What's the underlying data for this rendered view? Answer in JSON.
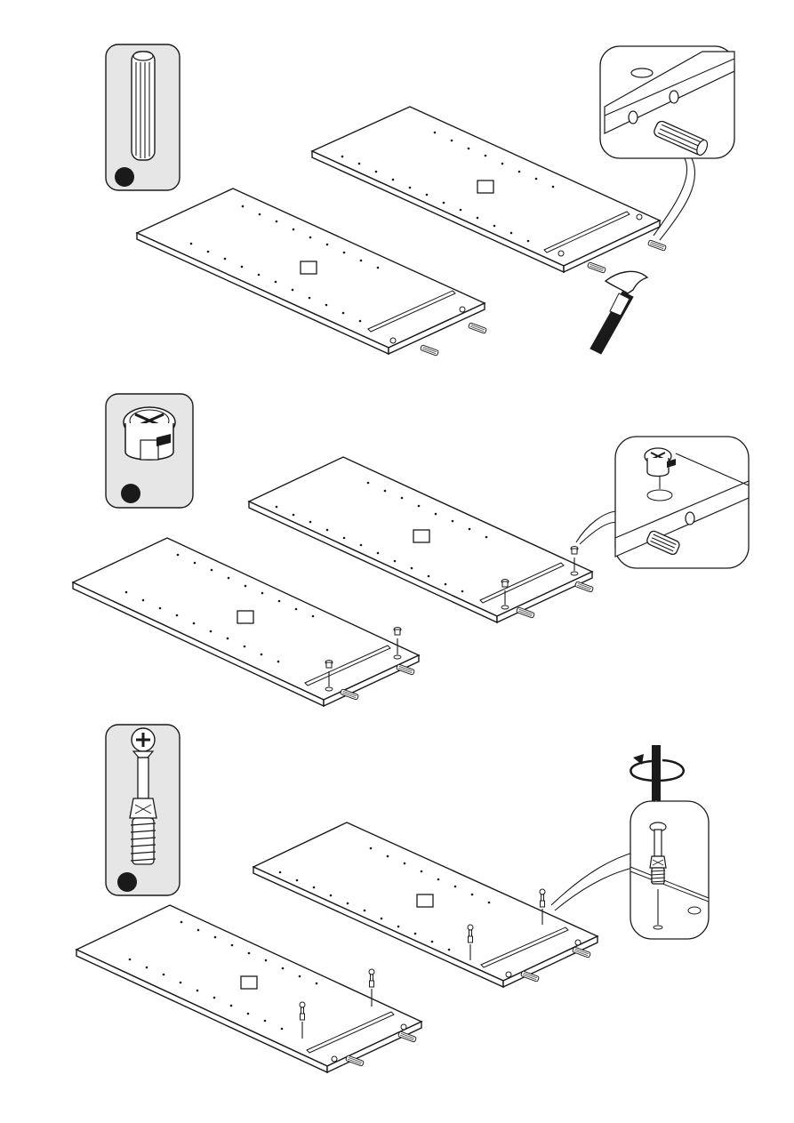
{
  "steps": [
    {
      "id": "dowel-step",
      "part_icon": "wooden-dowel-icon",
      "tool_icon": "hammer-icon"
    },
    {
      "id": "cam-lock-step",
      "part_icon": "cam-lock-icon"
    },
    {
      "id": "cam-bolt-step",
      "part_icon": "cam-bolt-icon",
      "tool_icon": "screwdriver-icon"
    }
  ],
  "colors": {
    "line": "#1a1a1a",
    "part_box_fill": "#e6e6e6",
    "background": "#ffffff"
  }
}
